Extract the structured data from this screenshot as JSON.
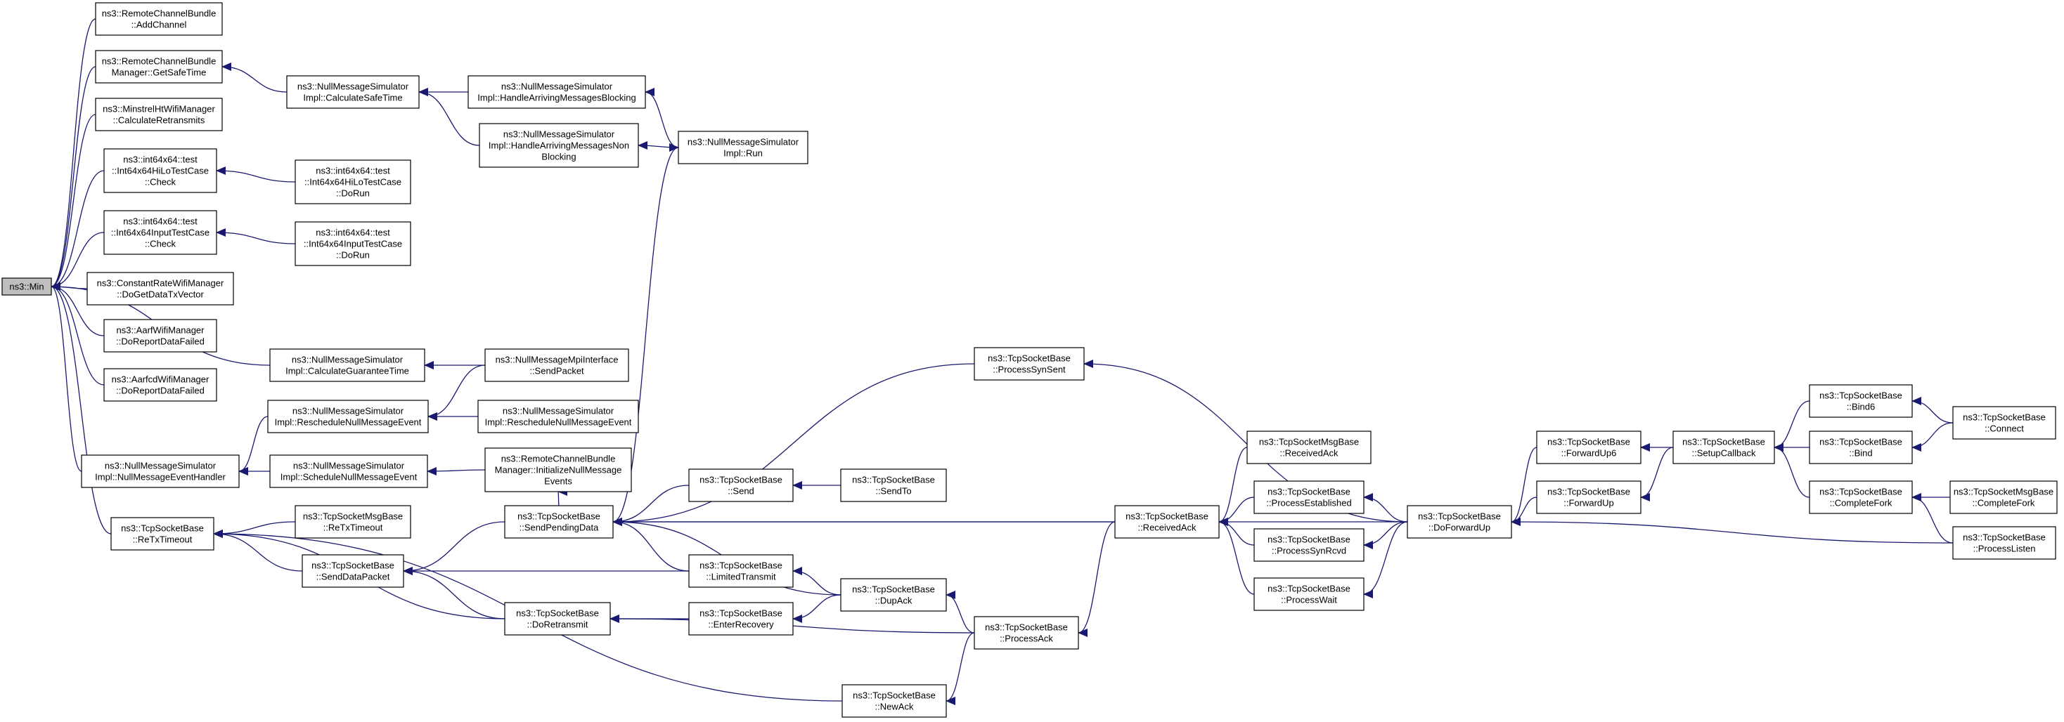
{
  "colors": {
    "node_border": "#000000",
    "node_fill": "#ffffff",
    "root_fill": "#bfbfbf",
    "edge": "#191970"
  },
  "nodes": {
    "min": [
      "ns3::Min"
    ],
    "add_channel": [
      "ns3::RemoteChannelBundle",
      "::AddChannel"
    ],
    "get_safe_time": [
      "ns3::RemoteChannelBundle",
      "Manager::GetSafeTime"
    ],
    "minstrel": [
      "ns3::MinstrelHtWifiManager",
      "::CalculateRetransmits"
    ],
    "hilo_check": [
      "ns3::int64x64::test",
      "::Int64x64HiLoTestCase",
      "::Check"
    ],
    "input_check": [
      "ns3::int64x64::test",
      "::Int64x64InputTestCase",
      "::Check"
    ],
    "constant_rate": [
      "ns3::ConstantRateWifiManager",
      "::DoGetDataTxVector"
    ],
    "aarf": [
      "ns3::AarfWifiManager",
      "::DoReportDataFailed"
    ],
    "aarfcd": [
      "ns3::AarfcdWifiManager",
      "::DoReportDataFailed"
    ],
    "calc_guarantee": [
      "ns3::NullMessageSimulator",
      "Impl::CalculateGuaranteeTime"
    ],
    "null_msg_handler": [
      "ns3::NullMessageSimulator",
      "Impl::NullMessageEventHandler"
    ],
    "rtx_timeout": [
      "ns3::TcpSocketBase",
      "::ReTxTimeout"
    ],
    "calc_safe_time": [
      "ns3::NullMessageSimulator",
      "Impl::CalculateSafeTime"
    ],
    "hilo_dorun": [
      "ns3::int64x64::test",
      "::Int64x64HiLoTestCase",
      "::DoRun"
    ],
    "input_dorun": [
      "ns3::int64x64::test",
      "::Int64x64InputTestCase",
      "::DoRun"
    ],
    "reschedule_a": [
      "ns3::NullMessageSimulator",
      "Impl::RescheduleNullMessageEvent"
    ],
    "schedule_null": [
      "ns3::NullMessageSimulator",
      "Impl::ScheduleNullMessageEvent"
    ],
    "msgbase_rtx": [
      "ns3::TcpSocketMsgBase",
      "::ReTxTimeout"
    ],
    "send_data_packet": [
      "ns3::TcpSocketBase",
      "::SendDataPacket"
    ],
    "handle_blocking": [
      "ns3::NullMessageSimulator",
      "Impl::HandleArrivingMessagesBlocking"
    ],
    "handle_nonblocking": [
      "ns3::NullMessageSimulator",
      "Impl::HandleArrivingMessagesNon",
      "Blocking"
    ],
    "mpi_send_packet": [
      "ns3::NullMessageMpiInterface",
      "::SendPacket"
    ],
    "reschedule_b": [
      "ns3::NullMessageSimulator",
      "Impl::RescheduleNullMessageEvent"
    ],
    "init_null_msg": [
      "ns3::RemoteChannelBundle",
      "Manager::InitializeNullMessage",
      "Events"
    ],
    "send_pending": [
      "ns3::TcpSocketBase",
      "::SendPendingData"
    ],
    "do_retransmit": [
      "ns3::TcpSocketBase",
      "::DoRetransmit"
    ],
    "run": [
      "ns3::NullMessageSimulator",
      "Impl::Run"
    ],
    "send": [
      "ns3::TcpSocketBase",
      "::Send"
    ],
    "limited_transmit": [
      "ns3::TcpSocketBase",
      "::LimitedTransmit"
    ],
    "enter_recovery": [
      "ns3::TcpSocketBase",
      "::EnterRecovery"
    ],
    "new_ack": [
      "ns3::TcpSocketBase",
      "::NewAck"
    ],
    "send_to": [
      "ns3::TcpSocketBase",
      "::SendTo"
    ],
    "dup_ack": [
      "ns3::TcpSocketBase",
      "::DupAck"
    ],
    "process_syn_sent": [
      "ns3::TcpSocketBase",
      "::ProcessSynSent"
    ],
    "received_ack": [
      "ns3::TcpSocketBase",
      "::ReceivedAck"
    ],
    "process_ack": [
      "ns3::TcpSocketBase",
      "::ProcessAck"
    ],
    "msgbase_received_ack": [
      "ns3::TcpSocketMsgBase",
      "::ReceivedAck"
    ],
    "process_established": [
      "ns3::TcpSocketBase",
      "::ProcessEstablished"
    ],
    "process_syn_rcvd": [
      "ns3::TcpSocketBase",
      "::ProcessSynRcvd"
    ],
    "process_wait": [
      "ns3::TcpSocketBase",
      "::ProcessWait"
    ],
    "do_forward_up": [
      "ns3::TcpSocketBase",
      "::DoForwardUp"
    ],
    "forward_up6": [
      "ns3::TcpSocketBase",
      "::ForwardUp6"
    ],
    "forward_up": [
      "ns3::TcpSocketBase",
      "::ForwardUp"
    ],
    "setup_callback": [
      "ns3::TcpSocketBase",
      "::SetupCallback"
    ],
    "bind6": [
      "ns3::TcpSocketBase",
      "::Bind6"
    ],
    "bind": [
      "ns3::TcpSocketBase",
      "::Bind"
    ],
    "complete_fork": [
      "ns3::TcpSocketBase",
      "::CompleteFork"
    ],
    "connect": [
      "ns3::TcpSocketBase",
      "::Connect"
    ],
    "msgbase_complete_fork": [
      "ns3::TcpSocketMsgBase",
      "::CompleteFork"
    ],
    "process_listen": [
      "ns3::TcpSocketBase",
      "::ProcessListen"
    ]
  }
}
